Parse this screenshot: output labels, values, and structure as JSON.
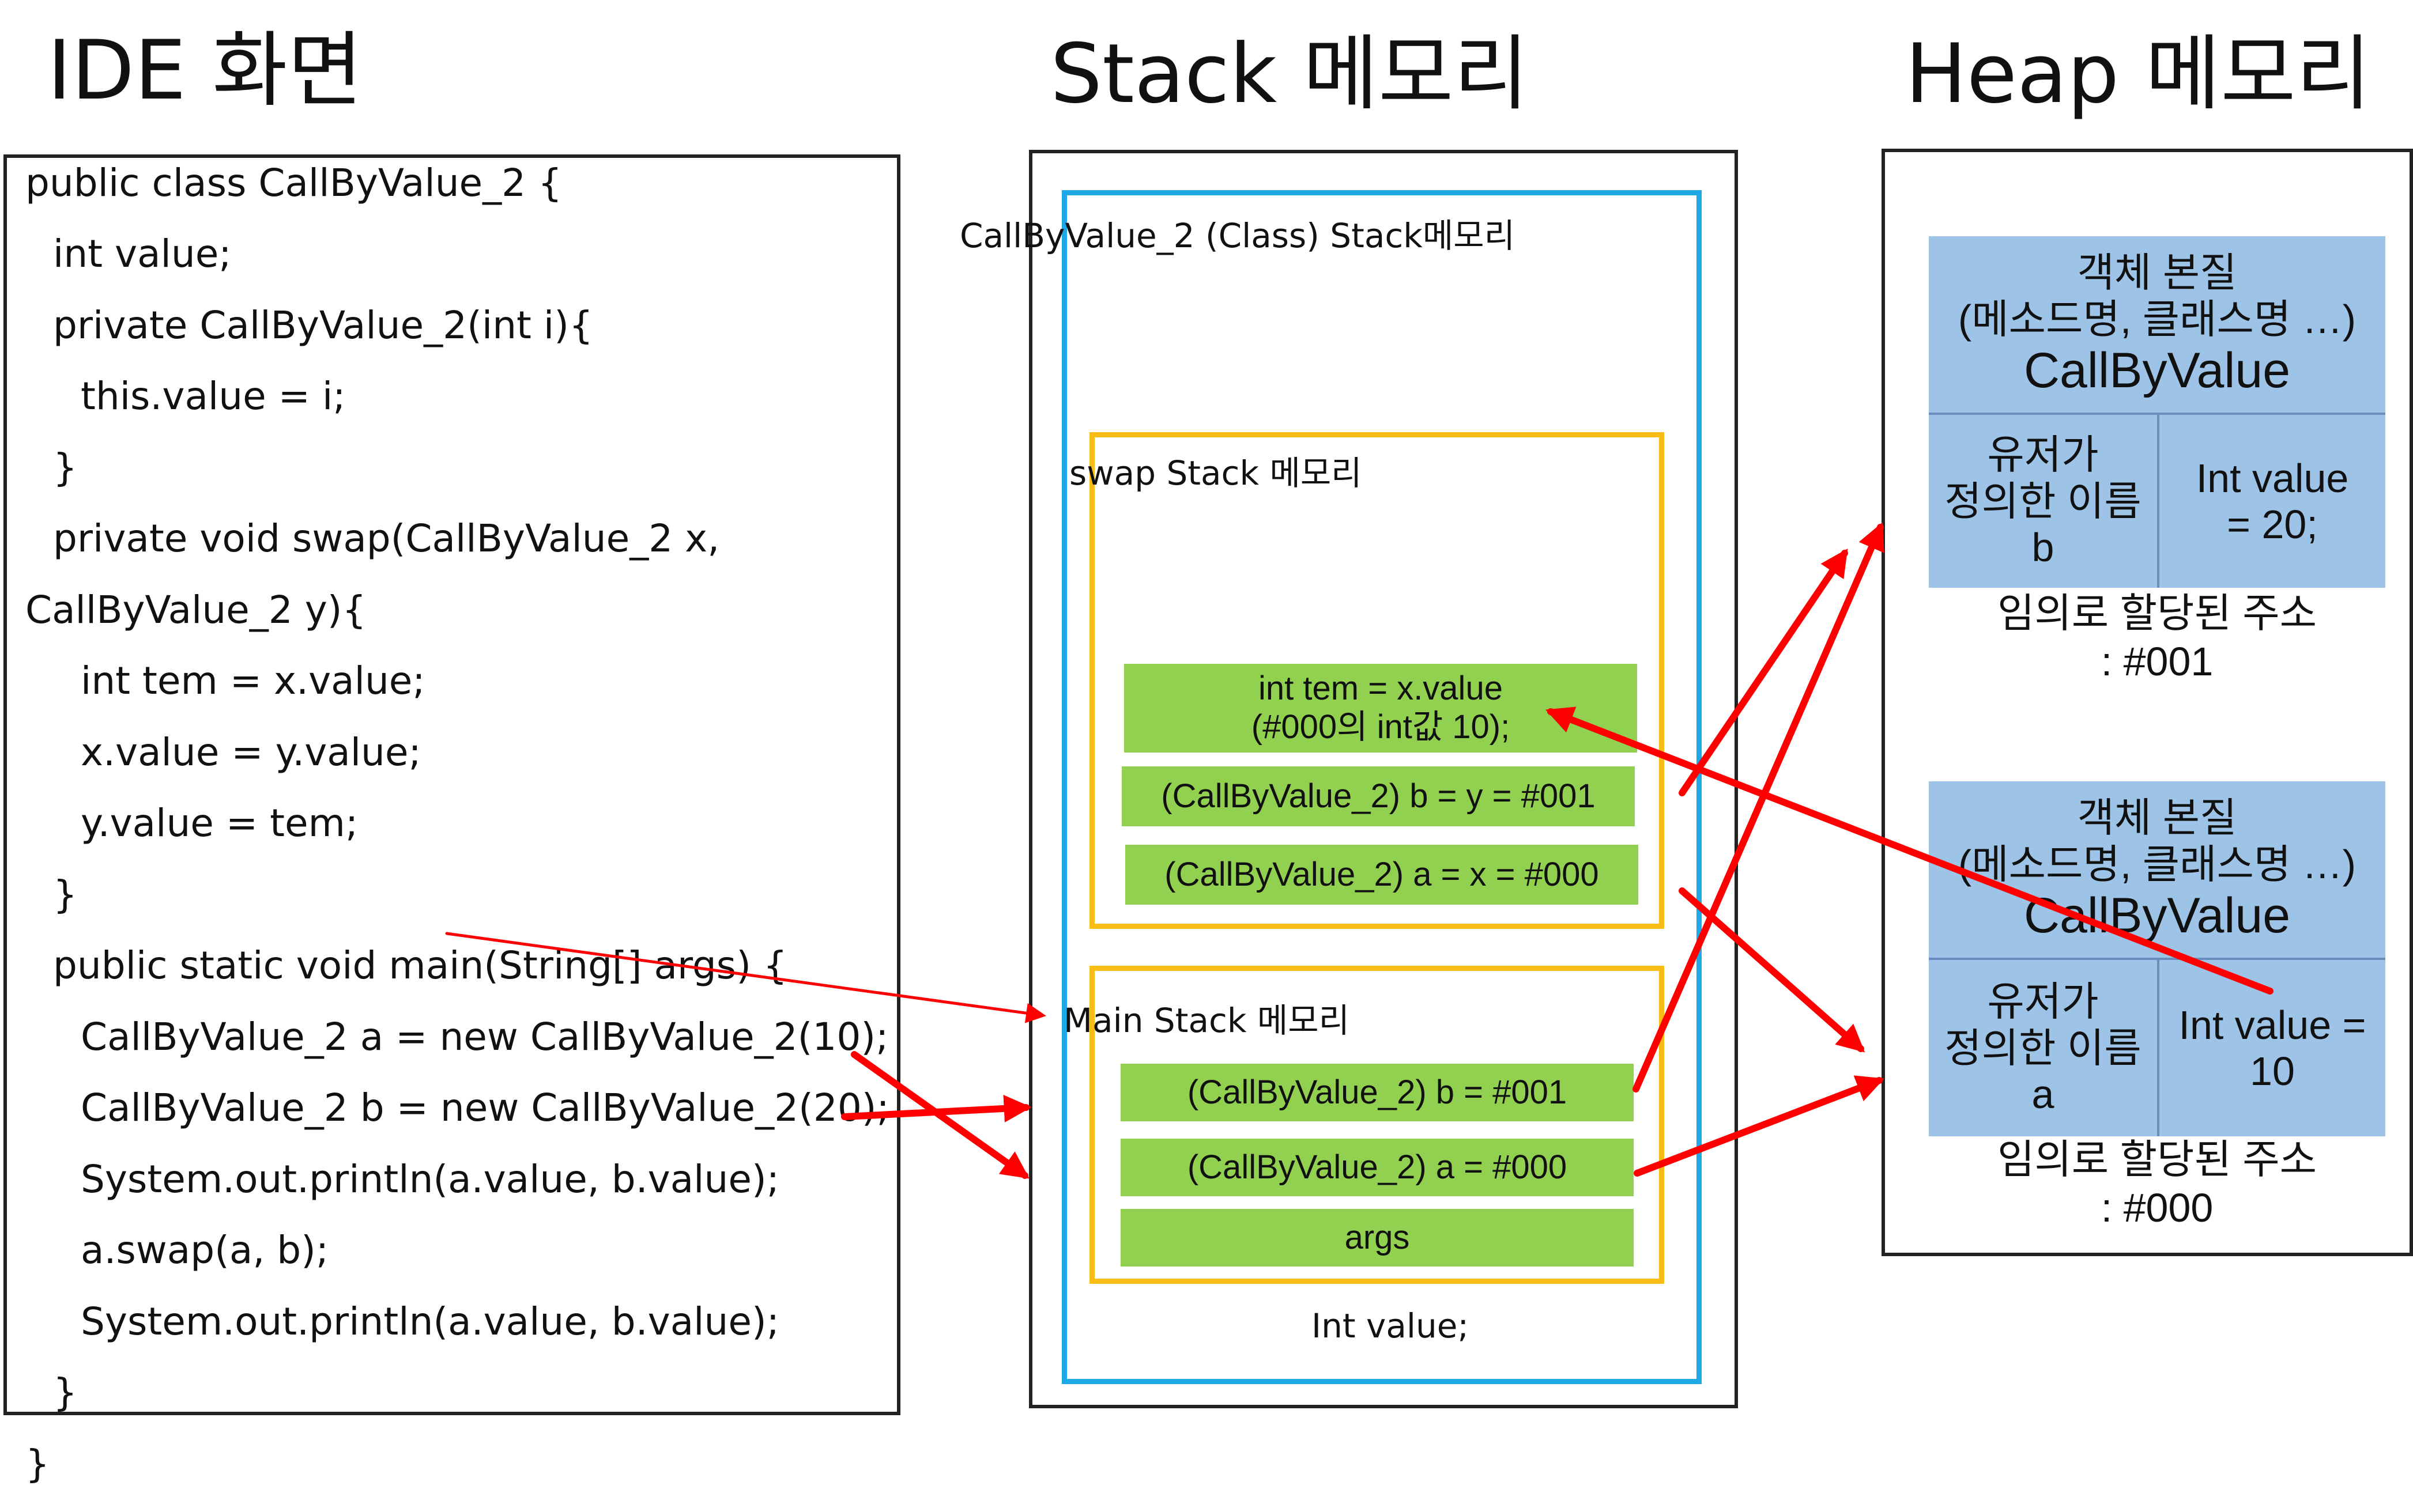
{
  "headings": {
    "ide": "IDE 화면",
    "stack": "Stack 메모리",
    "heap": "Heap 메모리"
  },
  "code_lines": [
    "public class CallByValue_2 {",
    "  int value;",
    "  private CallByValue_2(int i){",
    "    this.value = i;",
    "  }",
    "  private void swap(CallByValue_2 x,",
    "CallByValue_2 y){",
    "    int tem = x.value;",
    "    x.value = y.value;",
    "    y.value = tem;",
    "  }",
    "  public static void main(String[] args) {",
    "    CallByValue_2 a = new CallByValue_2(10);",
    "    CallByValue_2 b = new CallByValue_2(20);",
    "    System.out.println(a.value, b.value);",
    "    a.swap(a, b);",
    "    System.out.println(a.value, b.value);",
    "  }",
    "}"
  ],
  "stack": {
    "class_frame_label": "CallByValue_2 (Class) Stack메모리",
    "swap_frame_label": "swap Stack 메모리",
    "swap_items": [
      "int tem = x.value\n(#000의 int값 10);",
      "(CallByValue_2) b = y = #001",
      "(CallByValue_2) a = x = #000"
    ],
    "main_frame_label": "Main Stack 메모리",
    "main_items": [
      "(CallByValue_2) b = #001",
      "(CallByValue_2) a = #000",
      "args"
    ],
    "class_field": "Int value;"
  },
  "heap": {
    "objects": [
      {
        "header_line1": "객체 본질",
        "header_line2": "(메소드명, 클래스명 …)",
        "class_name": "CallByValue",
        "user_name": "유저가\n정의한 이름\nb",
        "field": "Int value\n= 20;",
        "address": "임의로 할당된 주소\n: #001"
      },
      {
        "header_line1": "객체 본질",
        "header_line2": "(메소드명, 클래스명 …)",
        "class_name": "CallByValue",
        "user_name": "유저가\n정의한 이름\na",
        "field": "Int value =\n10",
        "address": "임의로 할당된 주소\n: #000"
      }
    ]
  },
  "colors": {
    "stack_class_frame": "#1ea9e6",
    "stack_method_frame": "#f7bd15",
    "stack_cell": "#92d050",
    "heap_cell": "#9dc3e6",
    "arrow": "#ff0000"
  }
}
